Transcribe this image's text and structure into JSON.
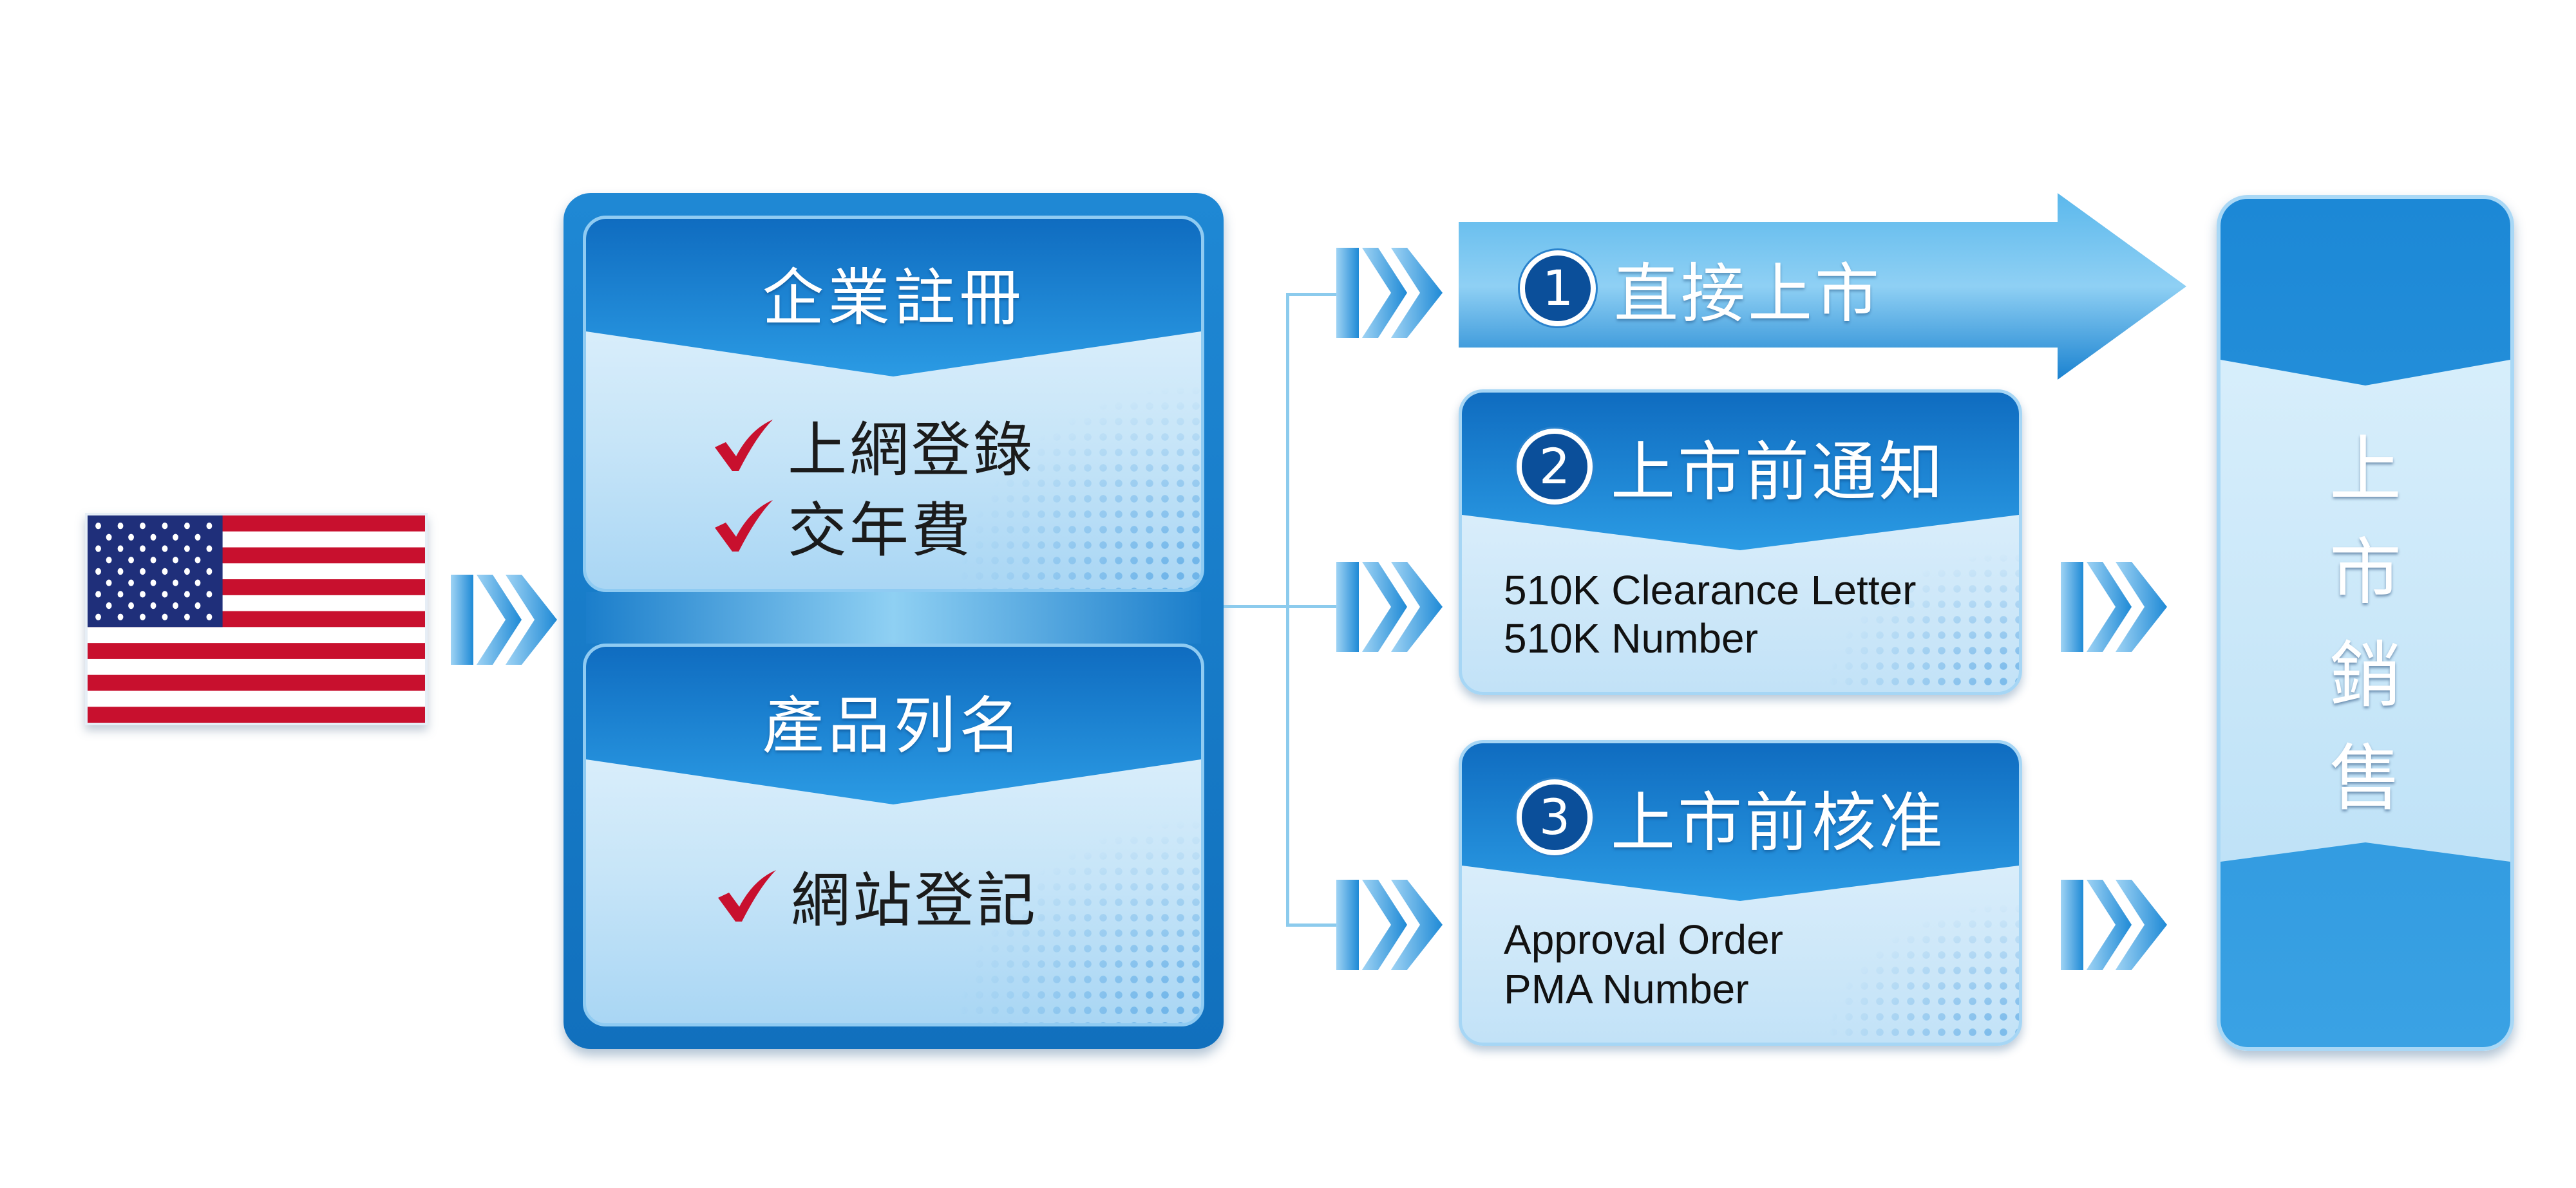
{
  "registration": {
    "title": "企業註冊",
    "items": [
      "上網登錄",
      "交年費"
    ]
  },
  "listing": {
    "title": "產品列名",
    "items": [
      "網站登記"
    ]
  },
  "paths": [
    {
      "number": "1",
      "title": "直接上市"
    },
    {
      "number": "2",
      "title": "上市前通知",
      "lines": [
        "510K Clearance Letter",
        "510K Number"
      ]
    },
    {
      "number": "3",
      "title": "上市前核准",
      "lines": [
        "Approval Order",
        "PMA Number"
      ]
    }
  ],
  "sales": {
    "chars": [
      "上",
      "市",
      "銷",
      "售"
    ]
  },
  "icons": {
    "flag": "us-flag-icon",
    "chevron": "double-chevron-right-icon",
    "check": "checkmark-icon"
  },
  "colors": {
    "primary": "#1a7fcf",
    "dark_blue": "#0b4f9a",
    "light_blue": "#c7e5f8",
    "check_red": "#c8102e"
  }
}
